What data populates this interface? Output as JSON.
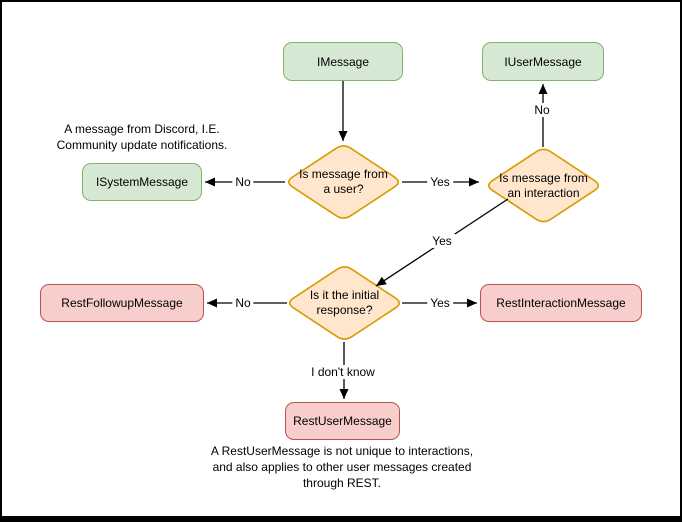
{
  "colors": {
    "green-fill": "#d5e8d4",
    "green-border": "#82b366",
    "orange-fill": "#ffe6cc",
    "orange-border": "#d79b00",
    "red-fill": "#f8cecc",
    "red-border": "#b85450",
    "edge": "#000000"
  },
  "nodes": {
    "imessage": "IMessage",
    "iusermessage": "IUserMessage",
    "isystemmessage": "ISystemMessage",
    "restfollowup": "RestFollowupMessage",
    "restinteraction": "RestInteractionMessage",
    "restuser": "RestUserMessage"
  },
  "decisions": {
    "is_from_user": "Is message from\na user?",
    "is_from_interaction": "Is message from\nan interaction",
    "is_initial_response": "Is it the initial\nresponse?"
  },
  "edge_labels": {
    "from_user_no": "No",
    "from_user_yes": "Yes",
    "from_interaction_no": "No",
    "from_interaction_yes": "Yes",
    "initial_no": "No",
    "initial_yes": "Yes",
    "initial_unknown": "I don't know"
  },
  "notes": {
    "system_note": "A message from Discord, I.E.\nCommunity update notifications.",
    "rest_note": "A RestUserMessage is not unique to interactions,\nand also applies to other user messages created\nthrough REST."
  }
}
